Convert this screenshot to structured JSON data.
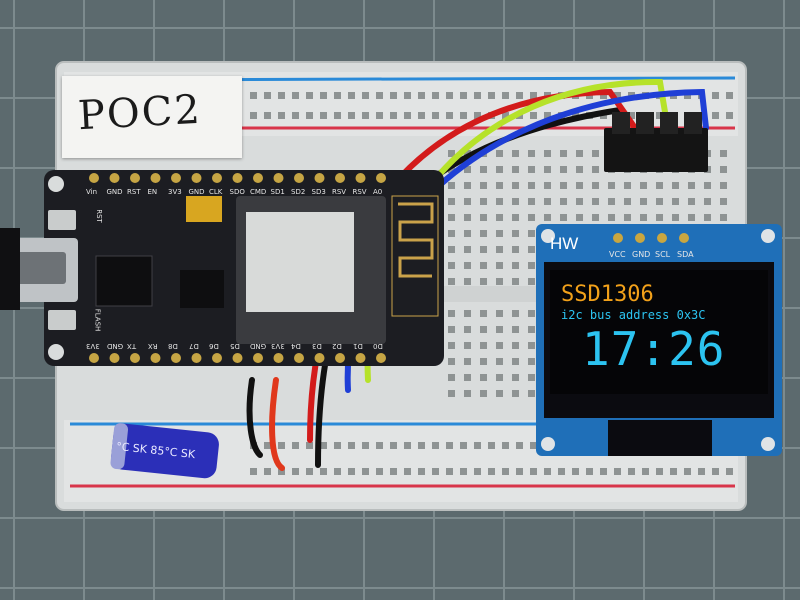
{
  "note": {
    "text": "POC2"
  },
  "nodemcu": {
    "top_pins": [
      "Vin",
      "GND",
      "RST",
      "EN",
      "3V3",
      "GND",
      "CLK",
      "SDO",
      "CMD",
      "SD1",
      "SD2",
      "SD3",
      "RSV",
      "RSV",
      "A0"
    ],
    "bottom_pins": [
      "3V3",
      "GND",
      "TX",
      "RX",
      "D8",
      "D7",
      "D6",
      "D5",
      "GND",
      "3V3",
      "D4",
      "D3",
      "D2",
      "D1",
      "D0"
    ],
    "side_labels": [
      "RST",
      "FLASH"
    ]
  },
  "oled_module": {
    "brand": "HW",
    "pin_labels": [
      "VCC",
      "GND",
      "SCL",
      "SDA"
    ],
    "screen": {
      "title": "SSD1306",
      "subtitle": "i2c bus address 0x3C",
      "time": "17:26"
    }
  },
  "capacitor": {
    "text": "°C SK 85°C SK"
  },
  "colors": {
    "mat": "#5c6a6e",
    "board": "#1c1d22",
    "pcb_blue": "#1f6fb8",
    "oled_yellow": "#f2a11a",
    "oled_blue": "#2cc3f0",
    "wire_black": "#111111",
    "wire_red": "#d31b1b",
    "wire_green": "#b6e22a",
    "wire_blue": "#1f3fd6"
  }
}
